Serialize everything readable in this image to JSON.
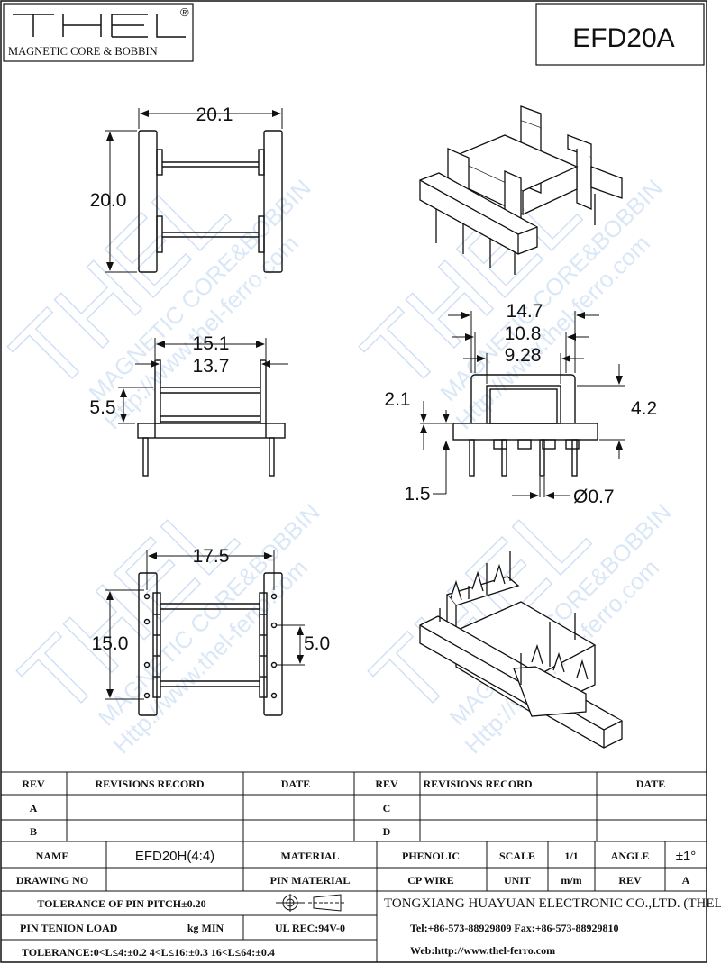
{
  "header": {
    "logo_letters": "THEL",
    "registered_mark": "®",
    "logo_subtitle": "MAGNETIC CORE & BOBBIN",
    "part_number": "EFD20A"
  },
  "watermark": {
    "brand": "THEL",
    "line1": "MAGNETIC CORE&BOBBIN",
    "line2": "Http://www.thel-ferro.com"
  },
  "dimensions": {
    "top_width": "20.1",
    "top_height": "20.0",
    "side_outer": "15.1",
    "side_inner": "13.7",
    "side_height": "5.5",
    "end_outer": "14.7",
    "end_mid": "10.8",
    "end_inner": "9.28",
    "end_flange": "2.1",
    "end_window": "4.2",
    "end_pin_offset": "1.5",
    "end_pin_dia": "Ø0.7",
    "bottom_width": "17.5",
    "bottom_height": "15.0",
    "bottom_pitch": "5.0"
  },
  "title_block": {
    "rev_label": "REV",
    "revisions_record_label": "REVISIONS RECORD",
    "date_label": "DATE",
    "rev_a": "A",
    "rev_b": "B",
    "rev_c": "C",
    "rev_d": "D",
    "name_label": "NAME",
    "name_value": "EFD20H(4:4)",
    "material_label": "MATERIAL",
    "material_value": "PHENOLIC",
    "scale_label": "SCALE",
    "scale_value": "1/1",
    "angle_label": "ANGLE",
    "angle_value": "±1°",
    "drawing_no_label": "DRAWING NO",
    "pin_material_label": "PIN MATERIAL",
    "pin_material_value": "CP WIRE",
    "unit_label": "UNIT",
    "unit_value": "m/m",
    "rev_value": "A",
    "pin_pitch_tolerance": "TOLERANCE OF PIN PITCH±0.20",
    "pin_tension_label": "PIN TENION LOAD",
    "pin_tension_unit": "kg MIN",
    "ul_rec": "UL REC:94V-0",
    "tolerance_line": "TOLERANCE:0<L≤4:±0.2  4<L≤16:±0.3  16<L≤64:±0.4",
    "company": "TONGXIANG HUAYUAN ELECTRONIC CO.,LTD.  (THEL)",
    "phone": "Tel:+86-573-88929809 Fax:+86-573-88929810",
    "web": "Web:http://www.thel-ferro.com"
  },
  "icons": [
    "registered-icon",
    "first-angle-projection-icon"
  ]
}
